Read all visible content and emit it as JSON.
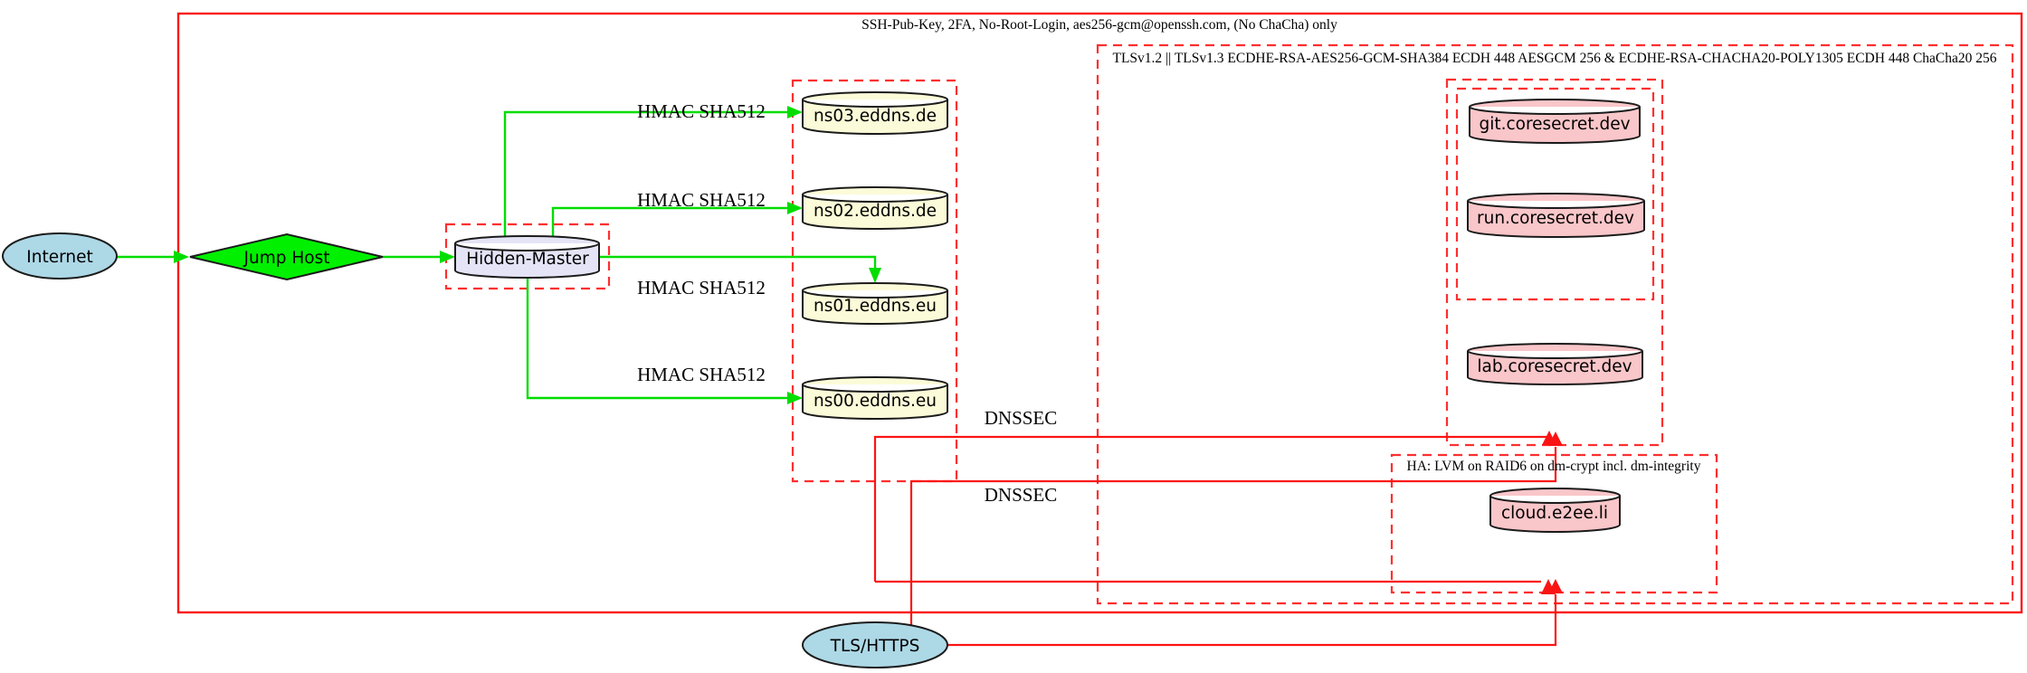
{
  "diagram": {
    "background": "#ffffff",
    "clusters": {
      "ssh": {
        "label": "SSH-Pub-Key, 2FA, No-Root-Login, aes256-gcm@openssh.com, (No ChaCha) only",
        "border": "solid",
        "color": "#ff0000"
      },
      "tls": {
        "label": "TLSv1.2 || TLSv1.3 ECDHE-RSA-AES256-GCM-SHA384 ECDH 448 AESGCM 256 & ECDHE-RSA-CHACHA20-POLY1305 ECDH 448 ChaCha20 256",
        "border": "dashed",
        "color": "#ff0000"
      },
      "ha": {
        "label": "HA: LVM on RAID6 on dm-crypt incl. dm-integrity",
        "border": "dashed",
        "color": "#ff0000"
      }
    },
    "nodes": {
      "internet": {
        "label": "Internet",
        "shape": "ellipse",
        "fill": "#add8e6"
      },
      "jump_host": {
        "label": "Jump Host",
        "shape": "diamond",
        "fill": "#00f000"
      },
      "hidden_master": {
        "label": "Hidden-Master",
        "shape": "cylinder",
        "fill": "#e4e4f6"
      },
      "ns03": {
        "label": "ns03.eddns.de",
        "shape": "cylinder",
        "fill": "#fbfbd9"
      },
      "ns02": {
        "label": "ns02.eddns.de",
        "shape": "cylinder",
        "fill": "#fbfbd9"
      },
      "ns01": {
        "label": "ns01.eddns.eu",
        "shape": "cylinder",
        "fill": "#fbfbd9"
      },
      "ns00": {
        "label": "ns00.eddns.eu",
        "shape": "cylinder",
        "fill": "#fbfbd9"
      },
      "git": {
        "label": "git.coresecret.dev",
        "shape": "cylinder",
        "fill": "#f9c6c9"
      },
      "run": {
        "label": "run.coresecret.dev",
        "shape": "cylinder",
        "fill": "#f9c6c9"
      },
      "lab": {
        "label": "lab.coresecret.dev",
        "shape": "cylinder",
        "fill": "#f9c6c9"
      },
      "cloud": {
        "label": "cloud.e2ee.li",
        "shape": "cylinder",
        "fill": "#f9c6c9"
      },
      "tls_https": {
        "label": "TLS/HTTPS",
        "shape": "ellipse",
        "fill": "#add8e6"
      }
    },
    "edge_labels": {
      "hmac_ns03": "HMAC SHA512",
      "hmac_ns02": "HMAC SHA512",
      "hmac_ns01": "HMAC SHA512",
      "hmac_ns00": "HMAC SHA512",
      "dnssec_upper": "DNSSEC",
      "dnssec_lower": "DNSSEC"
    },
    "colors": {
      "ssh_edges": "#00dd00",
      "dnssec_tls_edges": "#fb1414",
      "cluster_border": "#fd2f2f",
      "node_outline": "#1b1b1b"
    }
  }
}
